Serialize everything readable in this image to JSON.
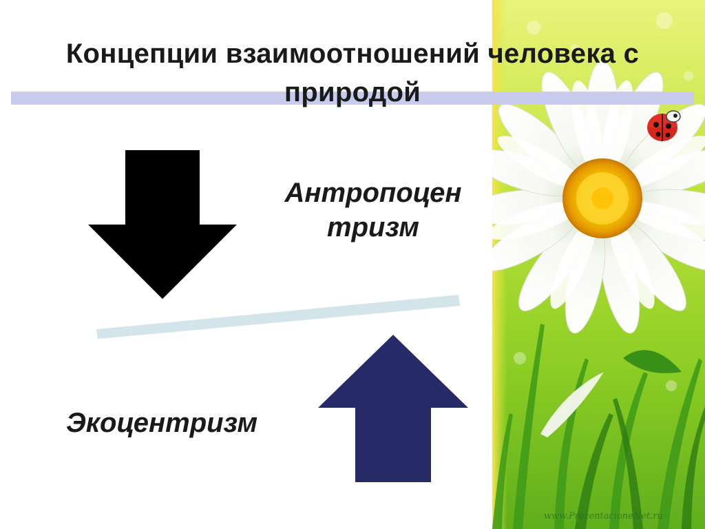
{
  "slide": {
    "title_line1": "Концепции взаимоотношений человека с",
    "title_line2": "природой",
    "anthro_line1": "Антропоцен",
    "anthro_line2": "тризм",
    "eco_label": "Экоцентризм",
    "watermark": "www.PrezentacioneNet.ru"
  },
  "colors": {
    "title_bar": "#c9cbee",
    "arrow_down": "#000000",
    "arrow_up": "#262a66",
    "divider": "#d3e5ea",
    "side_green": "#9fd323"
  },
  "icons": {
    "down_arrow": "arrow-down-icon",
    "up_arrow": "arrow-up-icon",
    "flower": "daisy-flower",
    "ladybug": "ladybug-icon"
  }
}
